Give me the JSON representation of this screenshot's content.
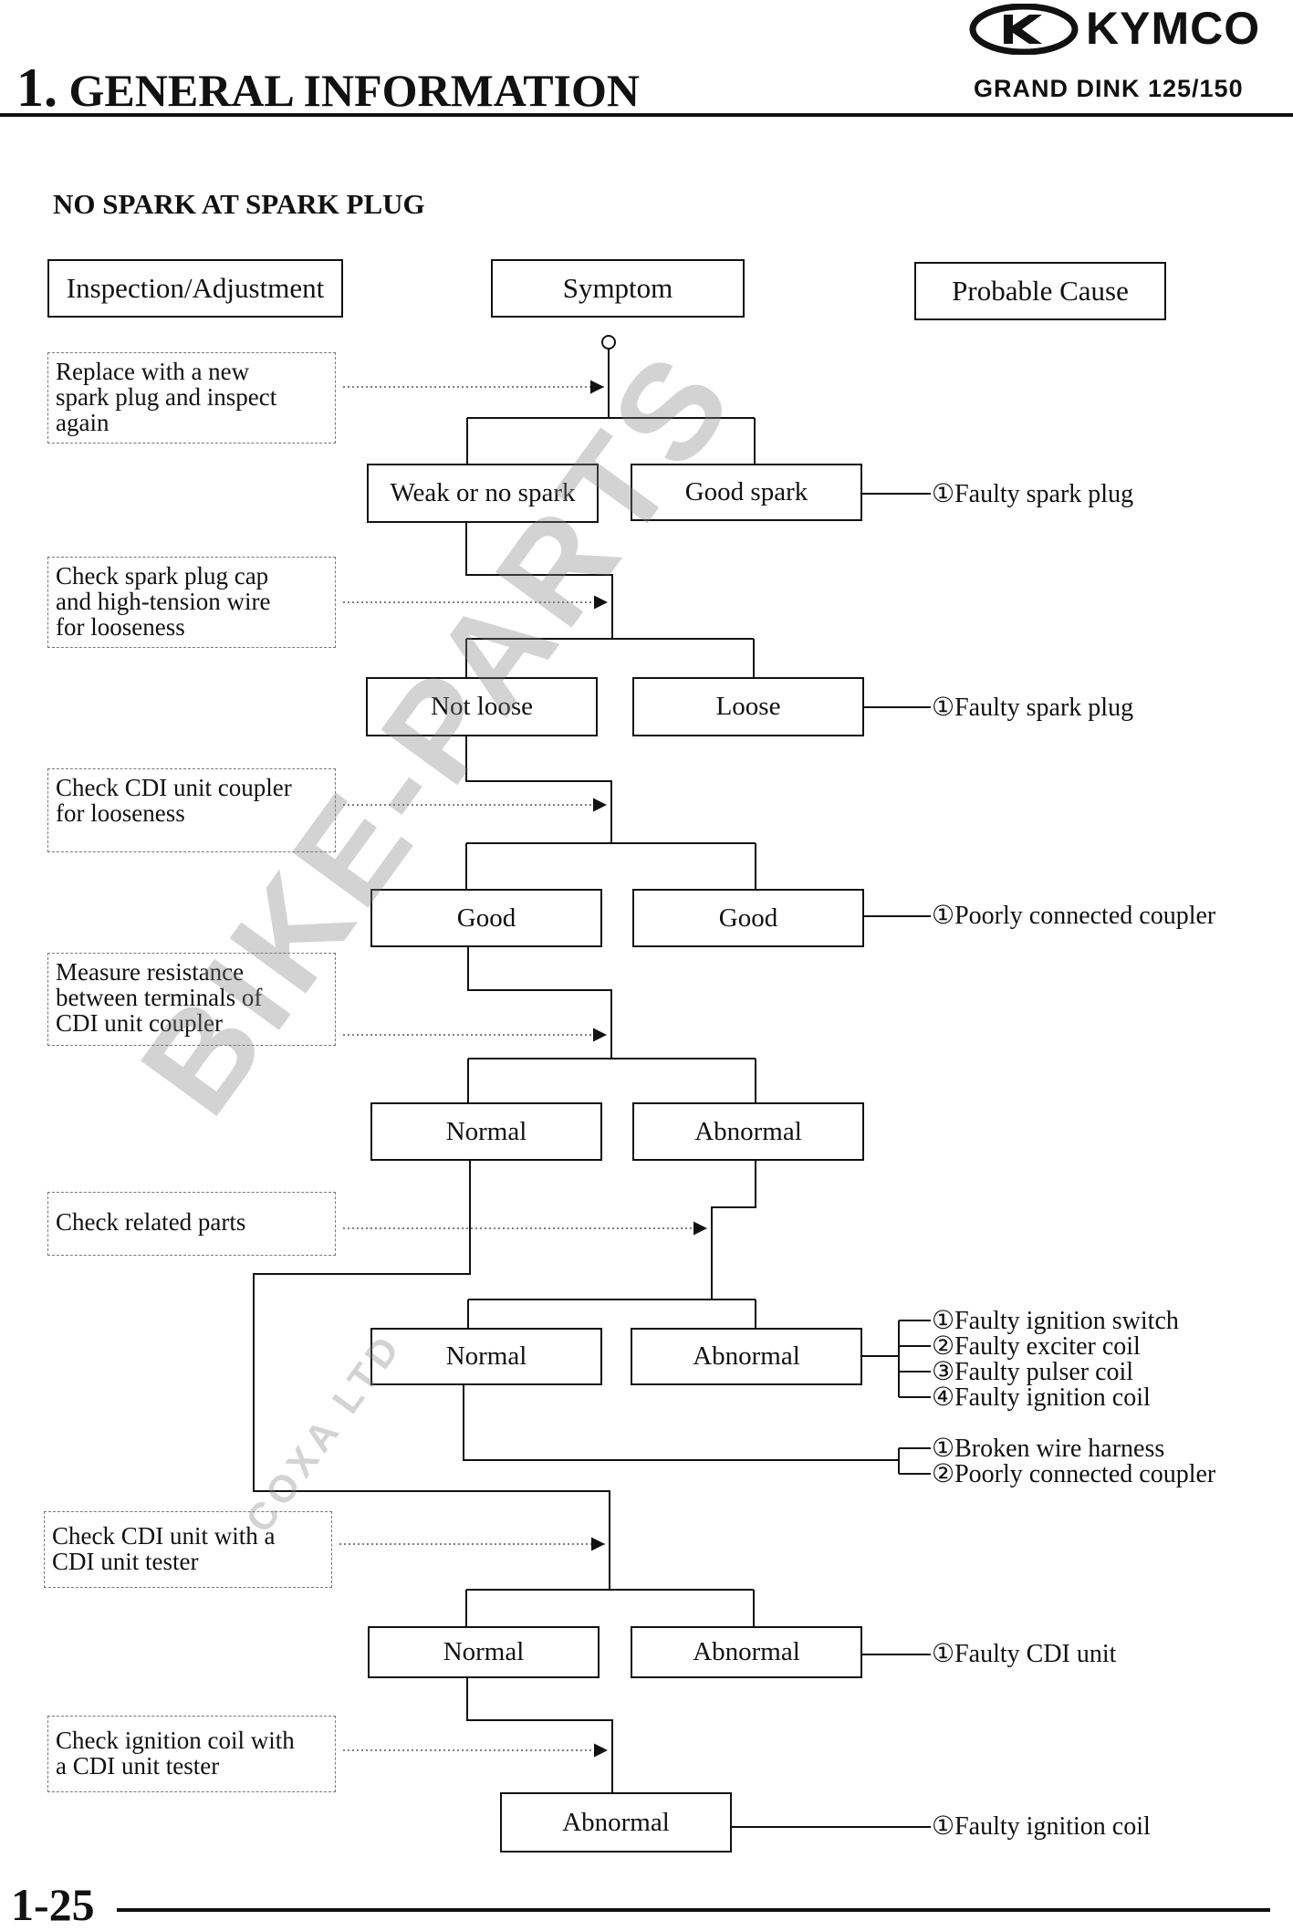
{
  "header": {
    "brand": "KYMCO",
    "model": "GRAND DINK 125/150",
    "section_number": "1.",
    "section_title": "GENERAL INFORMATION"
  },
  "subtitle": "NO SPARK AT SPARK PLUG",
  "columns": {
    "inspection": "Inspection/Adjustment",
    "symptom": "Symptom",
    "cause": "Probable Cause"
  },
  "inspections": [
    "Replace with a new\nspark plug and inspect\nagain",
    "Check spark plug cap\nand high-tension wire\nfor looseness",
    "Check CDI unit coupler\nfor looseness",
    "Measure resistance\nbetween terminals of\nCDI unit coupler",
    "Check related parts",
    "Check CDI unit with a\nCDI unit tester",
    "Check ignition coil with\na CDI unit tester"
  ],
  "symptoms": [
    "Weak or no spark",
    "Good spark",
    "Not loose",
    "Loose",
    "Good",
    "Good",
    "Normal",
    "Abnormal",
    "Normal",
    "Abnormal",
    "Normal",
    "Abnormal",
    "Abnormal"
  ],
  "causes": {
    "c1": "①Faulty spark plug",
    "c2": "①Faulty spark plug",
    "c3": "①Poorly connected coupler",
    "c4a": "①Faulty ignition switch",
    "c4b": "②Faulty exciter coil",
    "c4c": "③Faulty pulser coil",
    "c4d": "④Faulty ignition coil",
    "c5a": "①Broken wire harness",
    "c5b": "②Poorly connected coupler",
    "c6": "①Faulty CDI unit",
    "c7": "①Faulty ignition coil"
  },
  "watermark": {
    "main": "BIKE-PARTS",
    "sub": "COXA LTD"
  },
  "footer": {
    "page_number": "1-25"
  }
}
